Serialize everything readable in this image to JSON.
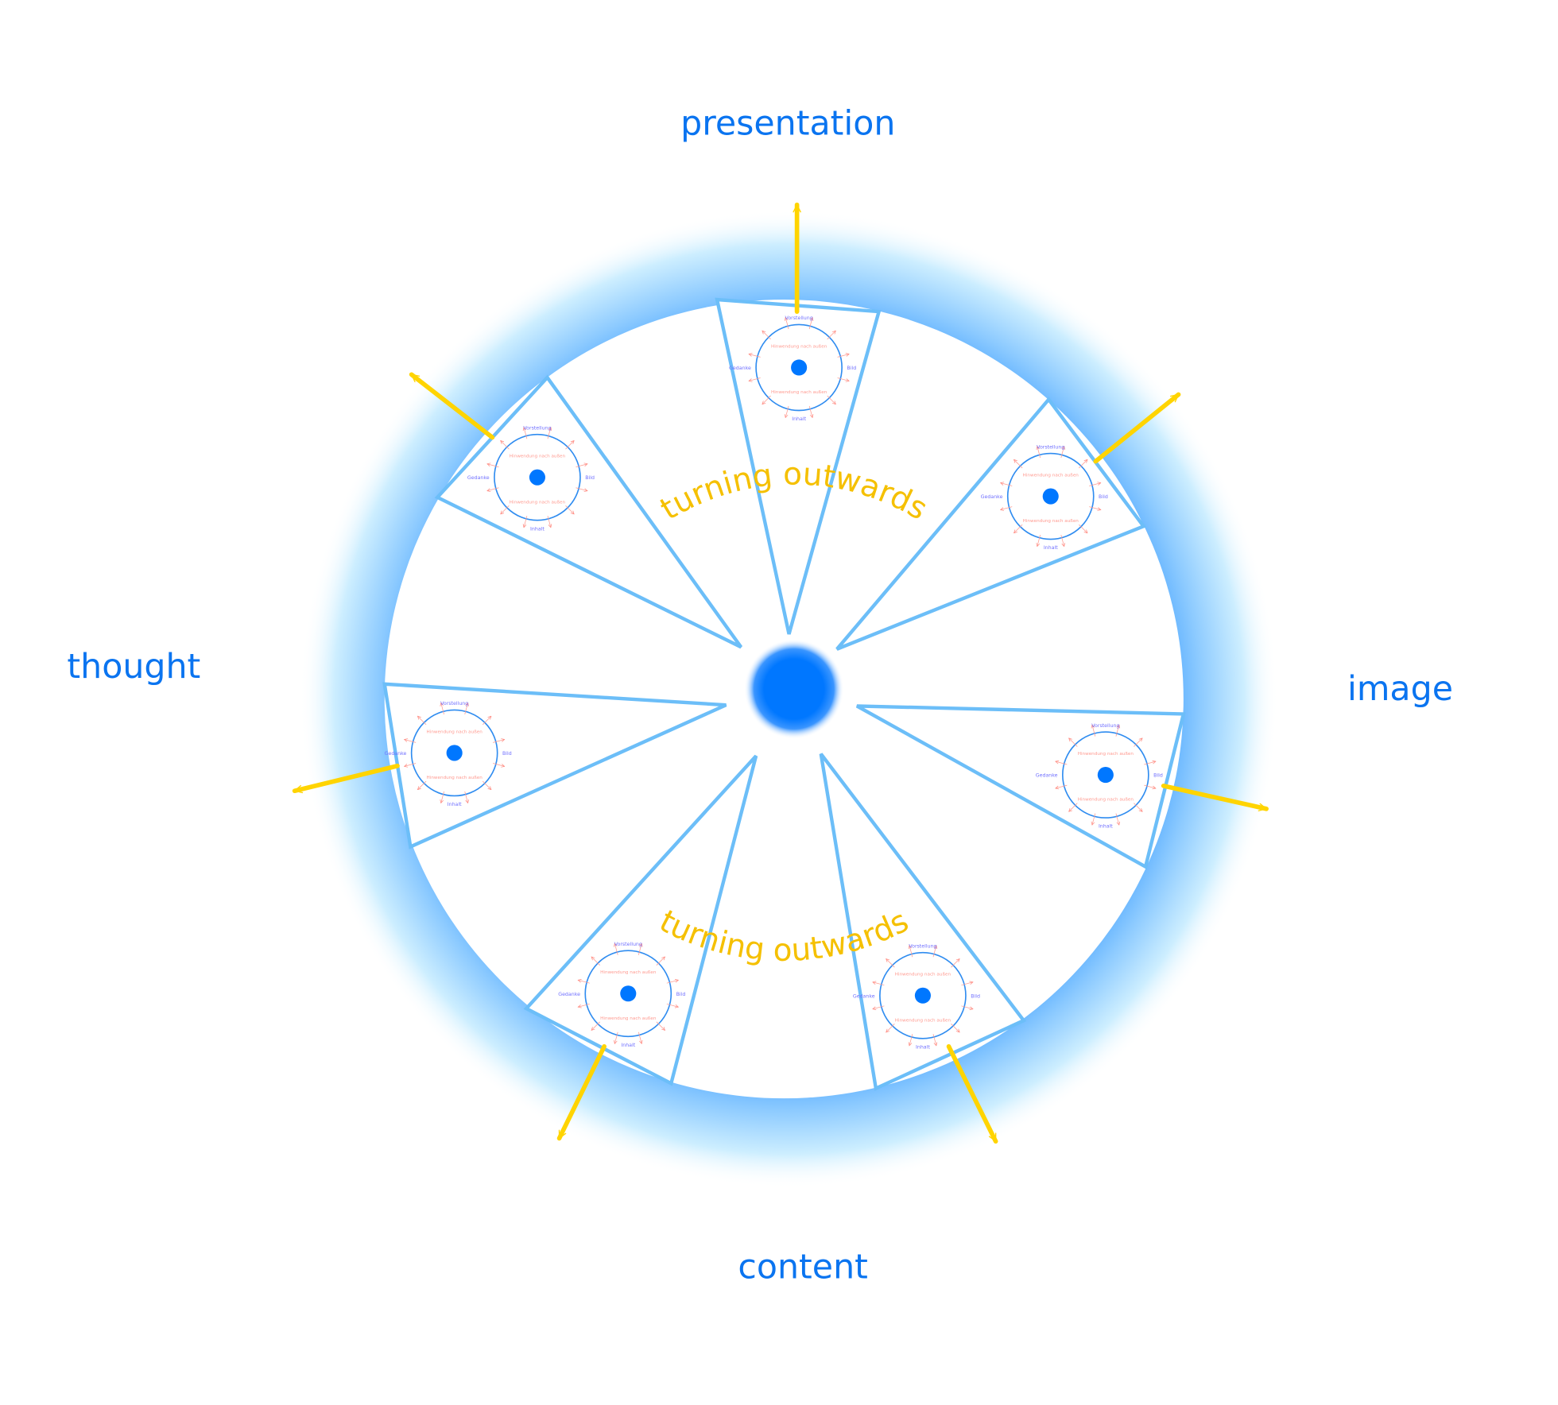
{
  "labels": {
    "top": "presentation",
    "left": "thought",
    "right": "image",
    "bottom": "content"
  },
  "turning_text_top": "turning outwards",
  "turning_text_bottom": "turning outwards",
  "mini_diagram": {
    "top": "Vorstellung",
    "right": "Bild",
    "bottom": "Inhalt",
    "left": "Gedanke",
    "arc_text": "Hinwendung nach außen"
  },
  "colors": {
    "label": "#0a74f0",
    "accent_yellow": "#ffd400",
    "wedge_stroke": "#6cbef8",
    "core": "#0077ff"
  }
}
